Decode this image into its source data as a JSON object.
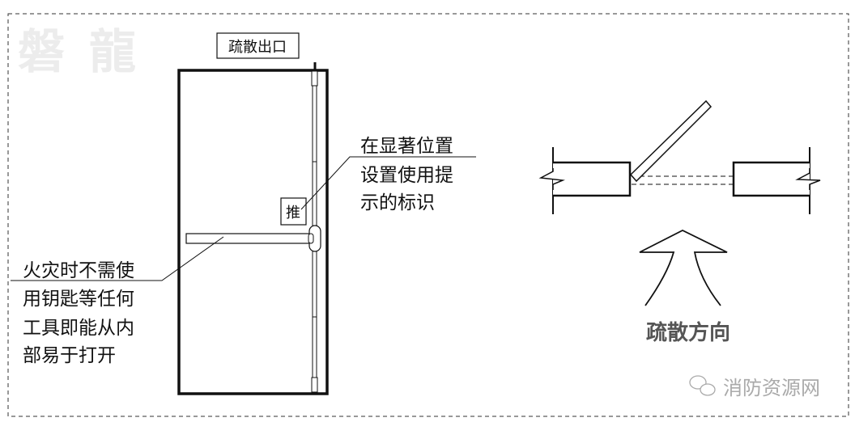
{
  "watermark_top": "磐龍",
  "exit_sign": "疏散出口",
  "push_sign": "推",
  "callout_right": [
    "在显著位置",
    "设置使用提",
    "示的标识"
  ],
  "callout_left": [
    "火灾时不需使",
    "用钥匙等任何",
    "工具即能从内",
    "部易于打开"
  ],
  "direction_label": "疏散方向",
  "watermark_bottom": "消防资源网",
  "colors": {
    "line": "#111111",
    "label_gray": "#555555",
    "watermark": "#aaaaaa",
    "watermark_top": "#eeeeee"
  }
}
